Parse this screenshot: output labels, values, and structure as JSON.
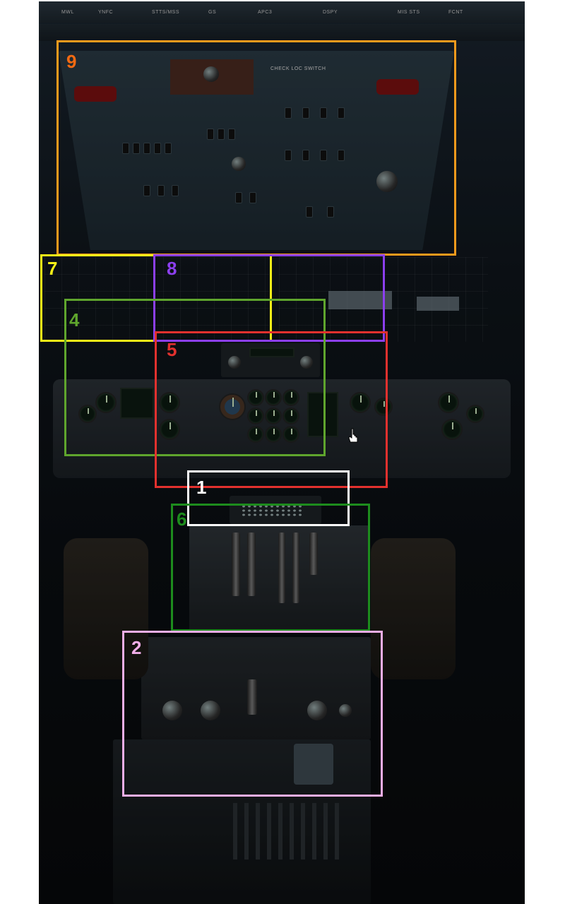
{
  "header_strip": {
    "labels": [
      "MWL",
      "YNFC",
      "STTS/MSS",
      "GS",
      "APC3",
      "DSPY",
      "MIS STS",
      "FCNT"
    ]
  },
  "windows": {
    "left_label": "",
    "right_label": ""
  },
  "overhead": {
    "placard": "CHECK LOC SWITCH"
  },
  "regions": [
    {
      "id": "1",
      "color": "#ffffff"
    },
    {
      "id": "2",
      "color": "#f0aee8"
    },
    {
      "id": "4",
      "color": "#5fa52d"
    },
    {
      "id": "5",
      "color": "#e2312e"
    },
    {
      "id": "6",
      "color": "#1d8c1d"
    },
    {
      "id": "7",
      "color": "#f5ef17"
    },
    {
      "id": "8",
      "color": "#8c3fef"
    },
    {
      "id": "9",
      "color": "#f59a1c"
    }
  ],
  "cursor": {
    "icon": "hand-pointer-icon"
  }
}
